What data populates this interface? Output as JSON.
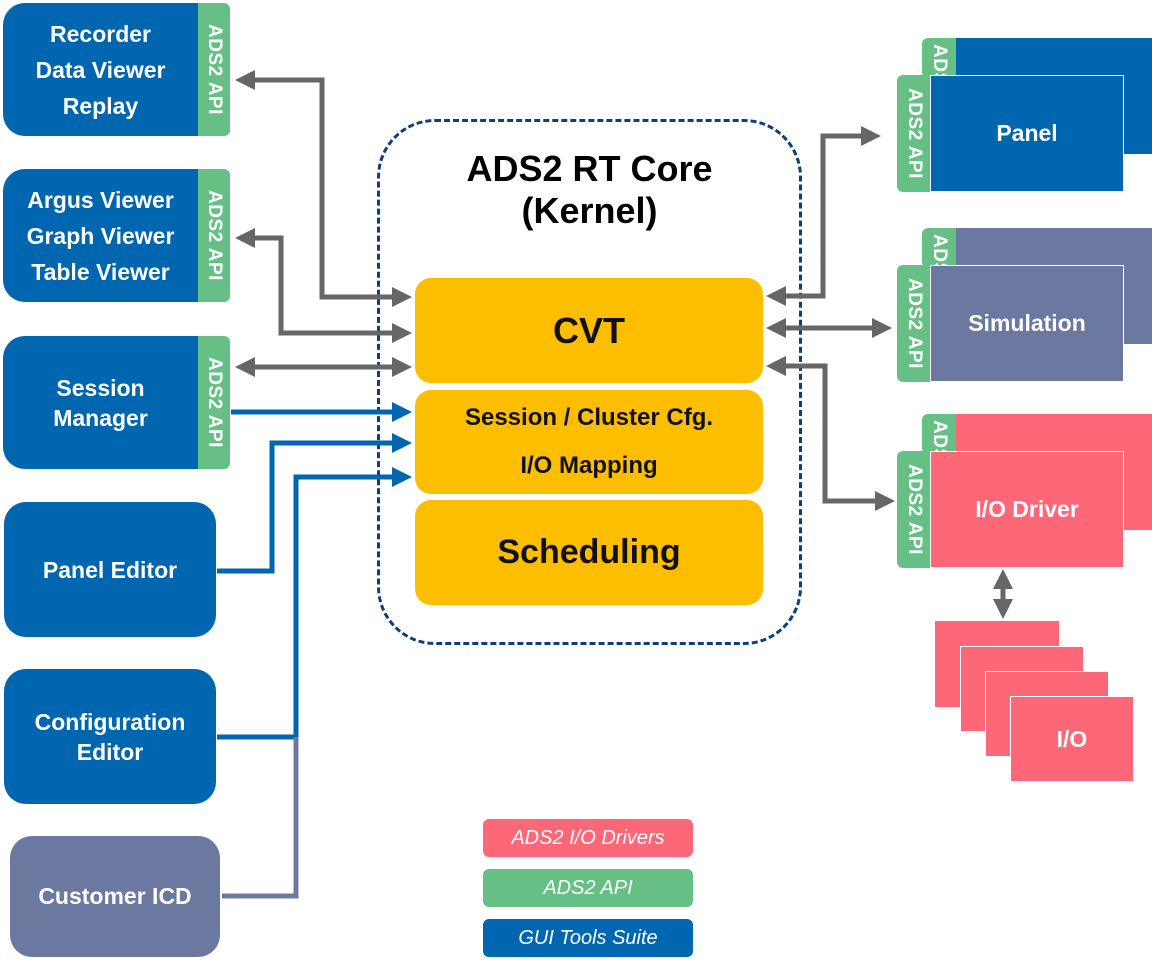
{
  "left_tools": [
    {
      "lines": [
        "Recorder",
        "Data Viewer",
        "Replay"
      ],
      "api": "ADS2 API"
    },
    {
      "lines": [
        "Argus Viewer",
        "Graph Viewer",
        "Table Viewer"
      ],
      "api": "ADS2 API"
    },
    {
      "lines": [
        "Session",
        "Manager"
      ],
      "api": "ADS2 API"
    },
    {
      "lines": [
        "Panel Editor"
      ]
    },
    {
      "lines": [
        "Configuration",
        "Editor"
      ]
    },
    {
      "lines": [
        "Customer ICD"
      ]
    }
  ],
  "core": {
    "title_line1": "ADS2 RT Core",
    "title_line2": "(Kernel)",
    "cvt": "CVT",
    "session_cfg_line1": "Session / Cluster Cfg.",
    "session_cfg_line2": "I/O Mapping",
    "scheduling": "Scheduling"
  },
  "right_components": [
    {
      "label": "Panel",
      "api_front": "ADS2 API",
      "api_back": "ADS2 API"
    },
    {
      "label": "Simulation",
      "api_front": "ADS2 API",
      "api_back": "ADS2 API"
    },
    {
      "label": "I/O Driver",
      "api_front": "ADS2 API",
      "api_back": "ADS2 API"
    }
  ],
  "io_stack": {
    "label": "I/O"
  },
  "legend": [
    {
      "label": "ADS2 I/O Drivers",
      "color": "#fe6777"
    },
    {
      "label": "ADS2 API",
      "color": "#66c085"
    },
    {
      "label": "GUI Tools Suite",
      "color": "#0066b0"
    }
  ],
  "colors": {
    "gui": "#0066b0",
    "api": "#66c085",
    "core": "#fdbe00",
    "simulation": "#6b789f",
    "io": "#fe6777",
    "arrow_gray": "#666666",
    "arrow_blue": "#0066b0",
    "core_border": "#0d3f7a"
  }
}
